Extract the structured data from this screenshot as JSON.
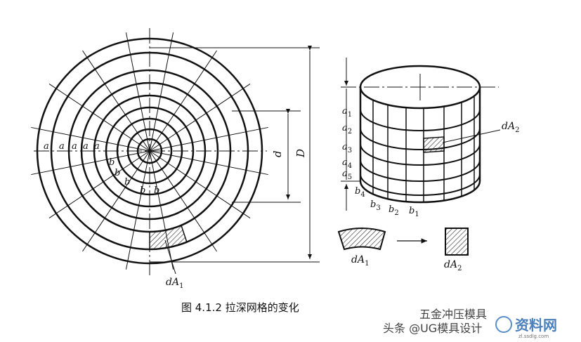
{
  "figure": {
    "caption": "图 4.1.2   拉深网格的变化",
    "labels": {
      "a": "a",
      "b": "b",
      "d": "d",
      "D": "D",
      "dA": "dA",
      "dA1_sub": "1",
      "dA2_sub": "2",
      "a_subs": [
        "1",
        "2",
        "3",
        "4",
        "5"
      ],
      "b_subs": [
        "4",
        "3",
        "2",
        "1"
      ]
    }
  },
  "watermark": {
    "line1": "五金冲压模具",
    "line2": "头条 @UG模具设计",
    "logo_text": "资料网",
    "logo_url": "zl.ssdlg.com"
  },
  "colors": {
    "ink": "#111111",
    "hatch": "#222222",
    "background": "#ffffff"
  }
}
